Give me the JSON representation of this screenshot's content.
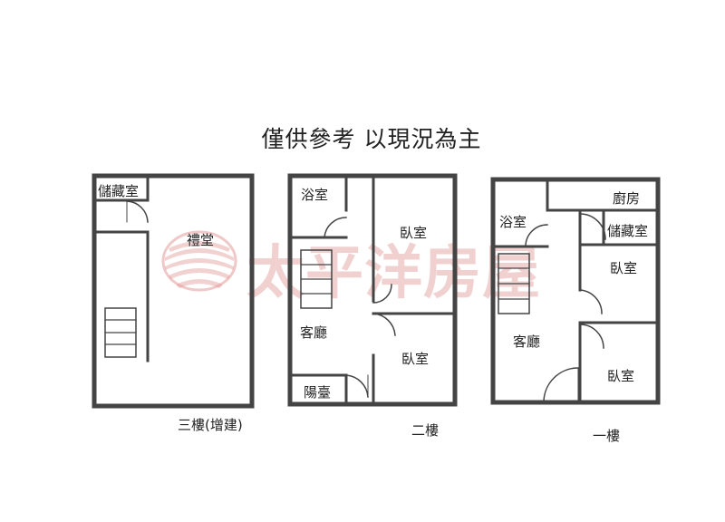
{
  "title": "僅供參考 以現況為主",
  "watermark": {
    "text": "太平洋房屋",
    "color": "#e39a9a"
  },
  "floors": {
    "third": {
      "label": "三樓(增建)",
      "rooms": {
        "storage": "儲藏室",
        "hall": "禮堂"
      }
    },
    "second": {
      "label": "二樓",
      "rooms": {
        "bath": "浴室",
        "bedroom_a": "臥室",
        "living": "客廳",
        "bedroom_b": "臥室",
        "balcony": "陽臺"
      }
    },
    "first": {
      "label": "一樓",
      "rooms": {
        "bath": "浴室",
        "kitchen": "廚房",
        "storage": "儲藏室",
        "bedroom_a": "臥室",
        "living": "客廳",
        "bedroom_b": "臥室"
      }
    }
  },
  "colors": {
    "wall": "#444444",
    "wall_dark": "#333333"
  }
}
